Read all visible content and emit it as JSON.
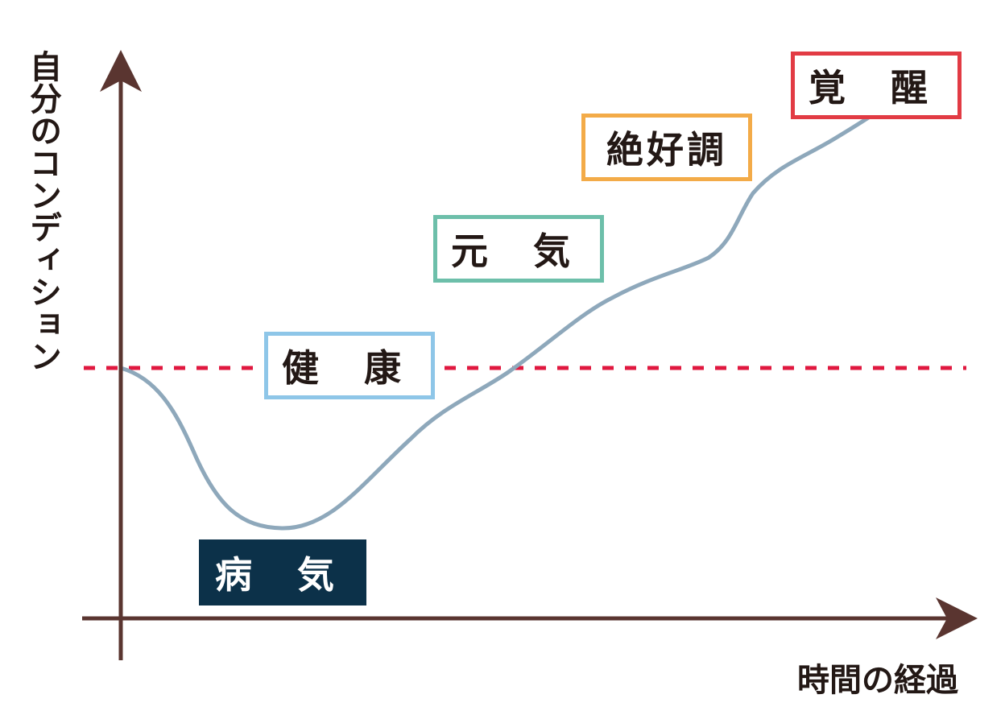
{
  "diagram": {
    "y_axis_label": "自分のコンディション",
    "x_axis_label": "時間の経過",
    "stages": [
      {
        "label": "病 気",
        "color": "#0c3149"
      },
      {
        "label": "健 康",
        "color": "#8ec6e8"
      },
      {
        "label": "元 気",
        "color": "#6dbfaa"
      },
      {
        "label": "絶好調",
        "color": "#f3ab48"
      },
      {
        "label": "覚 醒",
        "color": "#e23b44"
      }
    ],
    "colors": {
      "axis": "#5a3530",
      "curve": "#8ea8bb",
      "baseline": "#e0183f"
    }
  }
}
